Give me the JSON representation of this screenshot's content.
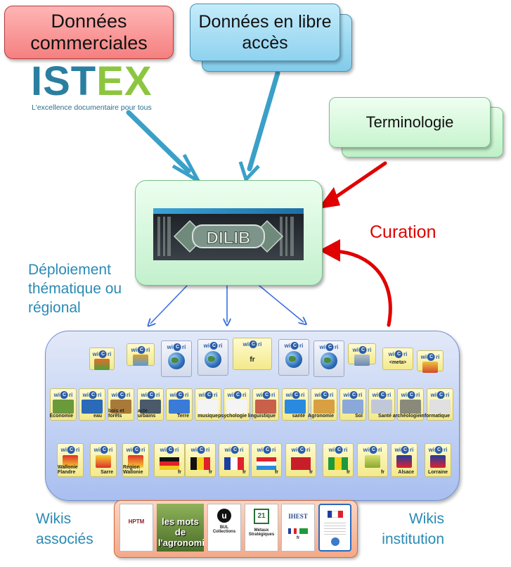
{
  "sources": {
    "commercial": "Données commerciales",
    "open_access": "Données en libre accès",
    "terminology": "Terminologie"
  },
  "istex": {
    "name_part1": "IST",
    "name_part2": "EX",
    "tagline": "L'excellence documentaire pour tous"
  },
  "hub": {
    "logo_text": "DILIB"
  },
  "labels": {
    "curation": "Curation",
    "deployment": "Déploiement thématique ou régional",
    "associated_wikis": "Wikis associés",
    "institution_wikis": "Wikis institution"
  },
  "wiki_logo_text": "wi C ri",
  "colors": {
    "curation_arrow": "#e00000",
    "source_arrow": "#3aa0c8",
    "deploy_arrow": "#3b6fe0",
    "label_blue": "#2a8ab5"
  },
  "wikis": {
    "row1": [
      {
        "caption": ""
      },
      {
        "caption": ""
      },
      {
        "caption": ""
      },
      {
        "caption": ""
      },
      {
        "caption": "fr"
      },
      {
        "caption": ""
      },
      {
        "caption": ""
      },
      {
        "caption": ""
      },
      {
        "caption": "<meta>"
      },
      {
        "caption": ""
      }
    ],
    "row2": [
      {
        "caption": "Économie"
      },
      {
        "caption": "eau"
      },
      {
        "caption": "bois et forêts"
      },
      {
        "caption": "acte urbains"
      },
      {
        "caption": "Terre"
      },
      {
        "caption": "musique"
      },
      {
        "caption": "psychologie"
      },
      {
        "caption": "linguistique"
      },
      {
        "caption": "santé"
      },
      {
        "caption": "Agronomie"
      },
      {
        "caption": "Sol"
      },
      {
        "caption": "Santé"
      },
      {
        "caption": "archéologie"
      },
      {
        "caption": "informatique"
      }
    ],
    "row3": [
      {
        "caption": "Wallonie Flandre"
      },
      {
        "caption": "Sarre"
      },
      {
        "caption": "Région Wallonie"
      },
      {
        "caption": "fr"
      },
      {
        "caption": "fr"
      },
      {
        "caption": "fr"
      },
      {
        "caption": "fr"
      },
      {
        "caption": "fr"
      },
      {
        "caption": "fr"
      },
      {
        "caption": "fr"
      },
      {
        "caption": "Alsace"
      },
      {
        "caption": "Lorraine"
      }
    ]
  },
  "bottom_wikis": {
    "hptm": "HPTM",
    "agronomie": "les mots de l'agronomie",
    "bul_title": "BUL",
    "bul_sub": "Collections",
    "metaux_title": "Métaux",
    "metaux_sub": "Stratégiques",
    "ihest": "IHEST",
    "ihest_caption": "fr"
  }
}
